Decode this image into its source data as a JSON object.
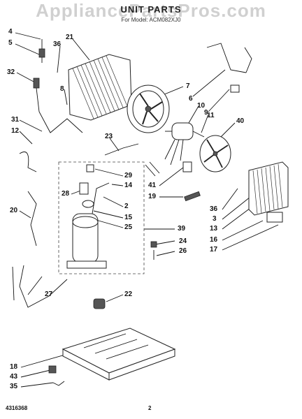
{
  "watermark": "AppliancePartsPros.com",
  "header": {
    "title": "UNIT PARTS",
    "subtitle": "For Model: ACM082XJ0"
  },
  "callouts": {
    "c4": "4",
    "c5": "5",
    "c36a": "36",
    "c21": "21",
    "c32": "32",
    "c8": "8",
    "c7": "7",
    "c6": "6",
    "c9": "9",
    "c10": "10",
    "c11": "11",
    "c40": "40",
    "c31": "31",
    "c12": "12",
    "c23": "23",
    "c29": "29",
    "c14": "14",
    "c28": "28",
    "c2": "2",
    "c41": "41",
    "c19": "19",
    "c20": "20",
    "c15": "15",
    "c25": "25",
    "c36b": "36",
    "c3": "3",
    "c13": "13",
    "c39": "39",
    "c16": "16",
    "c24": "24",
    "c17": "17",
    "c26": "26",
    "c22": "22",
    "c27": "27",
    "c18": "18",
    "c43": "43",
    "c35": "35"
  },
  "footer": {
    "doc_number": "4316368",
    "page_number": "2"
  }
}
